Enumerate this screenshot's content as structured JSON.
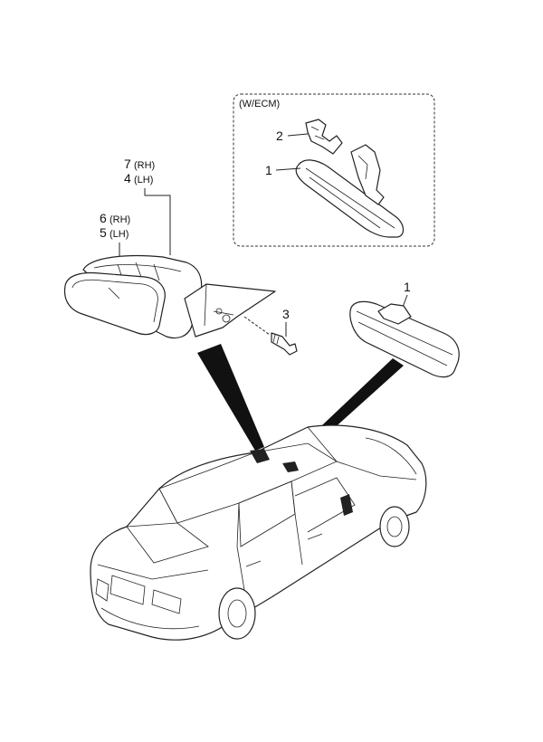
{
  "diagram": {
    "inset_label": "(W/ECM)",
    "callouts": {
      "inset_bracket_2": "2",
      "inset_mirror_1": "1",
      "outside_mirror_rh_num": "7",
      "outside_mirror_rh_side": "(RH)",
      "outside_mirror_lh_num": "4",
      "outside_mirror_lh_side": "(LH)",
      "glass_rh_num": "6",
      "glass_rh_side": "(RH)",
      "glass_lh_num": "5",
      "glass_lh_side": "(LH)",
      "bolt_3": "3",
      "inside_mirror_1": "1"
    }
  }
}
